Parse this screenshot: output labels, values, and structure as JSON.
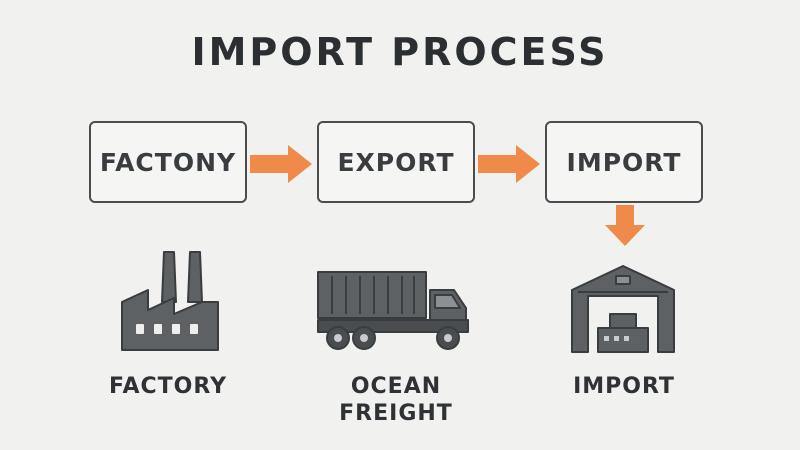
{
  "title": "IMPORT PROCESS",
  "steps": [
    {
      "label": "FACTONY"
    },
    {
      "label": "EXPORT"
    },
    {
      "label": "IMPORT"
    }
  ],
  "captions": [
    {
      "line1": "FACTORY",
      "line2": ""
    },
    {
      "line1": "OCEAN",
      "line2": "FREIGHT"
    },
    {
      "line1": "IMPORT",
      "line2": ""
    }
  ],
  "colors": {
    "arrow": "#ef8a4a",
    "icon_fill": "#5e6163",
    "icon_stroke": "#3a3d3f",
    "box_border": "#4a4d4f"
  },
  "icons": [
    "factory-icon",
    "truck-icon",
    "warehouse-icon"
  ]
}
